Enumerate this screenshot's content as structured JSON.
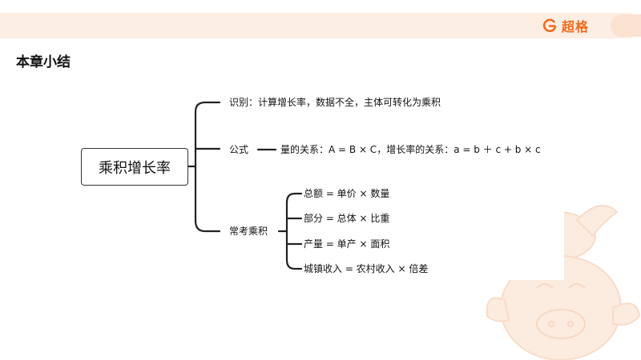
{
  "header": {
    "brand_name": "超格",
    "brand_color": "#f26a1b",
    "band_color": "#fdeee4",
    "logo_icon": "brand-logo-icon"
  },
  "page": {
    "title": "本章小结"
  },
  "mindmap": {
    "root": "乘积增长率",
    "branches": [
      {
        "label": "识别：计算增长率，数据不全，主体可转化为乘积",
        "children": []
      },
      {
        "label": "公式",
        "children": [
          "量的关系：A = B × C，增长率的关系：a = b ＋ c + b × c"
        ]
      },
      {
        "label": "常考乘积",
        "children": [
          "总额 = 单价 × 数量",
          "部分 = 总体 × 比重",
          "产量 = 单产 × 面积",
          "城镇收入 = 农村收入 × 倍差"
        ]
      }
    ]
  },
  "decor": {
    "mascot_icon": "horse-mascot-watermark",
    "mascot_color": "#fbe6d6"
  }
}
